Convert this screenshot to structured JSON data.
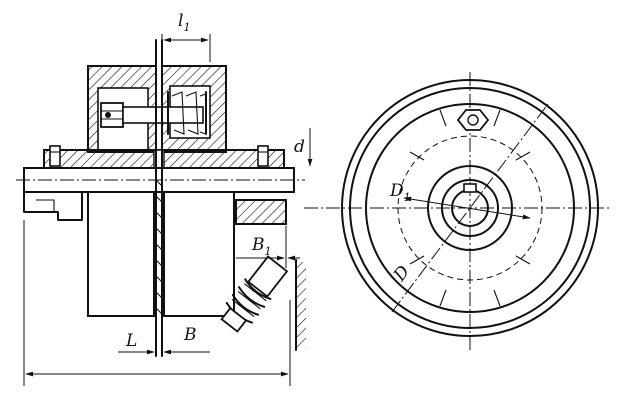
{
  "labels": {
    "l1": "l",
    "l1_sub": "1",
    "d": "d",
    "B1": "B",
    "B1_sub": "1",
    "L": "L",
    "B": "B",
    "D1": "D",
    "D1_sub": "1",
    "D": "D"
  },
  "colors": {
    "ink": "#111111",
    "paper": "#ffffff"
  }
}
